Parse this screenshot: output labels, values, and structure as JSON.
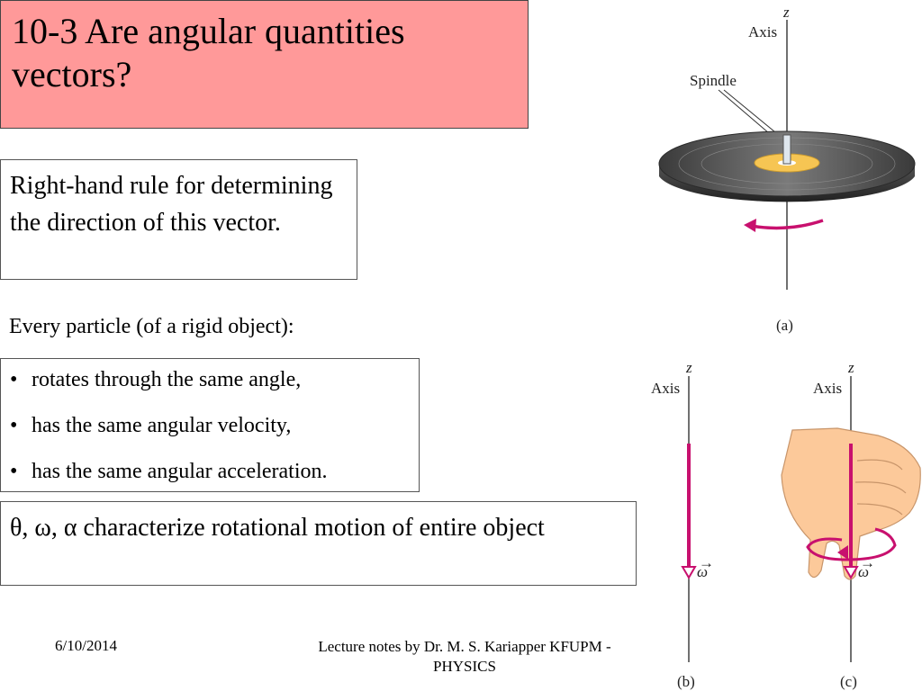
{
  "slide": {
    "title": "10-3 Are angular quantities vectors?",
    "rule_text": "Right-hand rule for determining the direction of this vector.",
    "every_particle": "Every particle (of a rigid object):",
    "bullets": [
      "rotates through the same angle,",
      "has the same angular velocity,",
      "has the same angular acceleration."
    ],
    "summary": "θ, ω, α characterize rotational motion of entire object"
  },
  "footer": {
    "date": "6/10/2014",
    "notes": "Lecture notes by Dr. M. S. Kariapper  KFUPM - PHYSICS"
  },
  "figure": {
    "panel_a": {
      "axis_letter": "z",
      "axis_label": "Axis",
      "spindle_label": "Spindle",
      "caption": "(a)"
    },
    "panel_b": {
      "axis_letter": "z",
      "axis_label": "Axis",
      "vector_label": "ω",
      "caption": "(b)"
    },
    "panel_c": {
      "axis_letter": "z",
      "axis_label": "Axis",
      "vector_label": "ω",
      "caption": "(c)"
    },
    "colors": {
      "magenta": "#c8106e",
      "disk": "#4a4a4a",
      "hub": "#f6c553",
      "skin": "#fcc99a",
      "title_bg": "#ff9999"
    }
  }
}
